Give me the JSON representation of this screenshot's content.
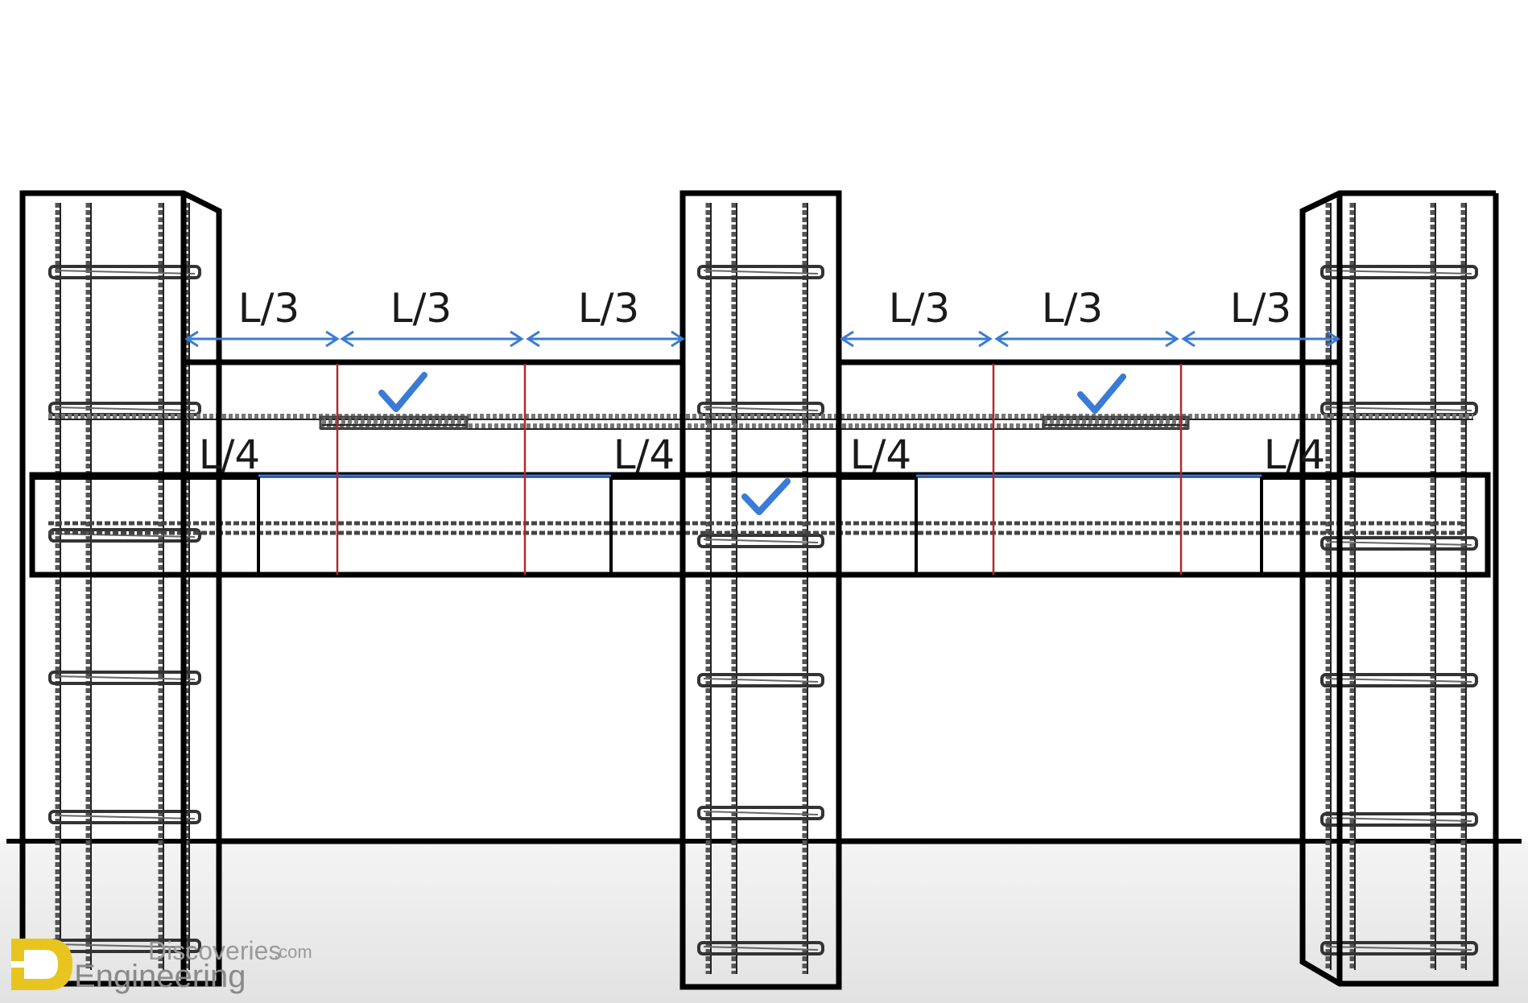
{
  "diagram": {
    "span_labels": [
      "L/3",
      "L/3",
      "L/3",
      "L/3",
      "L/3",
      "L/3"
    ],
    "support_labels": [
      "L/4",
      "L/4",
      "L/4",
      "L/4"
    ],
    "colors": {
      "outline": "#000000",
      "dimension": "#3a7bd5",
      "section_line": "#b22a2a",
      "check": "#3a7bd5",
      "rebar": "#3c3c3c",
      "floor": "#ececec"
    }
  },
  "watermark": {
    "line1": "Discoveries",
    "line1_suffix": ".com",
    "line2": "Engineering",
    "logo_icon": "ed-logo-icon"
  }
}
